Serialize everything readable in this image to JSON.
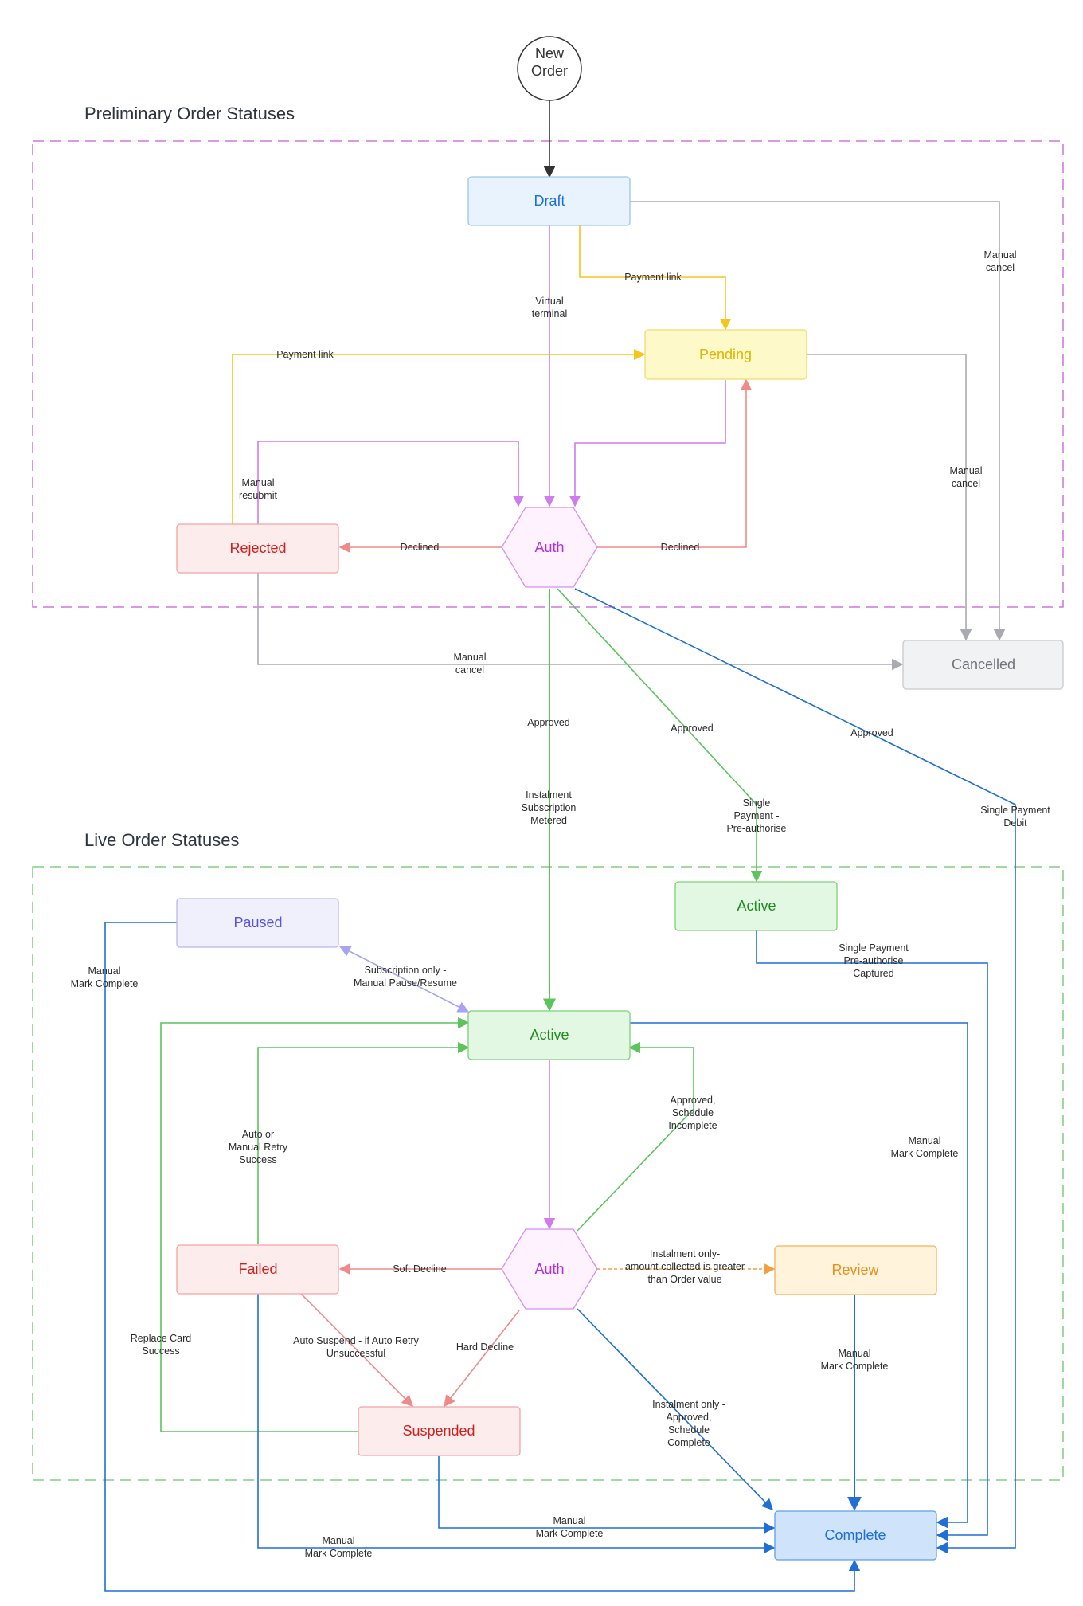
{
  "sections": {
    "preliminary_title": "Preliminary Order Statuses",
    "live_title": "Live Order Statuses"
  },
  "nodes": {
    "new_order": [
      "New",
      "Order"
    ],
    "draft": "Draft",
    "pending": "Pending",
    "auth_top": "Auth",
    "rejected": "Rejected",
    "cancelled": "Cancelled",
    "paused": "Paused",
    "active_single": "Active",
    "active_main": "Active",
    "auth_bottom": "Auth",
    "failed": "Failed",
    "review": "Review",
    "suspended": "Suspended",
    "complete": "Complete"
  },
  "labels": {
    "payment_link_top": [
      "Payment link"
    ],
    "payment_link_left": [
      "Payment link"
    ],
    "virtual_terminal": [
      "Virtual",
      "terminal"
    ],
    "manual_cancel_draft": [
      "Manual",
      "cancel"
    ],
    "manual_cancel_pending": [
      "Manual",
      "cancel"
    ],
    "manual_resubmit": [
      "Manual",
      "resubmit"
    ],
    "declined_left": [
      "Declined"
    ],
    "declined_right": [
      "Declined"
    ],
    "manual_cancel_rejected": [
      "Manual",
      "cancel"
    ],
    "approved_1": [
      "Approved"
    ],
    "approved_2": [
      "Approved"
    ],
    "approved_3": [
      "Approved"
    ],
    "instalment_sub": [
      "Instalment",
      "Subscription",
      "Metered"
    ],
    "single_preauth": [
      "Single",
      "Payment -",
      "Pre-authorise"
    ],
    "single_debit": [
      "Single Payment",
      "Debit"
    ],
    "single_captured": [
      "Single Payment",
      "Pre-authorise",
      "Captured"
    ],
    "pause_resume": [
      "Subscription only -",
      "Manual Pause/Resume"
    ],
    "manual_mark_paused": [
      "Manual",
      "Mark Complete"
    ],
    "auto_retry": [
      "Auto or",
      "Manual Retry",
      "Success"
    ],
    "approved_incomplete": [
      "Approved,",
      "Schedule",
      "Incomplete"
    ],
    "manual_mark_active": [
      "Manual",
      "Mark Complete"
    ],
    "soft_decline": [
      "Soft Decline"
    ],
    "instalment_greater": [
      "Instalment only-",
      "amount collected is greater",
      "than Order value"
    ],
    "replace_card": [
      "Replace Card",
      "Success"
    ],
    "auto_suspend": [
      "Auto Suspend - if Auto Retry",
      "Unsuccessful"
    ],
    "hard_decline": [
      "Hard Decline"
    ],
    "instalment_complete": [
      "Instalment only -",
      "Approved,",
      "Schedule",
      "Complete"
    ],
    "manual_mark_review": [
      "Manual",
      "Mark Complete"
    ],
    "manual_mark_suspended": [
      "Manual",
      "Mark Complete"
    ],
    "manual_mark_failed": [
      "Manual",
      "Mark Complete"
    ]
  },
  "colors": {
    "purple": "#d17bf0",
    "yellow": "#f5c518",
    "gray": "#a9abb0",
    "red": "#f08a8a",
    "green": "#5cc45a",
    "dark_green": "#2f9e2f",
    "blue": "#1f6fd6",
    "lavender": "#a8a4f0",
    "orange": "#f0a040",
    "black": "#333333"
  }
}
